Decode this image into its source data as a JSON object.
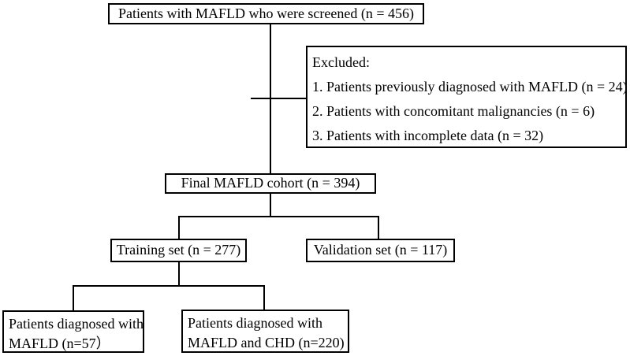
{
  "diagram": {
    "title": "MAFLD patient screening flowchart",
    "background_color": "#ffffff",
    "border_color": "#000000",
    "text_color": "#000000",
    "nodes": {
      "screened": {
        "label": "Patients with MAFLD who were screened (n = 456)",
        "n": 456
      },
      "excluded": {
        "title": "Excluded:",
        "items": [
          "1. Patients previously diagnosed with MAFLD (n = 24)",
          "2. Patients with concomitant malignancies (n = 6)",
          "3. Patients with incomplete data (n = 32)"
        ],
        "counts": [
          24,
          6,
          32
        ]
      },
      "final_cohort": {
        "label": "Final MAFLD cohort (n = 394)",
        "n": 394
      },
      "training": {
        "label": "Training set (n = 277)",
        "n": 277
      },
      "validation": {
        "label": "Validation set (n = 117)",
        "n": 117
      },
      "mafld_only": {
        "lines": [
          "Patients diagnosed with",
          "MAFLD (n=57）"
        ],
        "n": 57
      },
      "mafld_chd": {
        "lines": [
          "Patients diagnosed with",
          "MAFLD and CHD (n=220)"
        ],
        "n": 220
      }
    }
  }
}
